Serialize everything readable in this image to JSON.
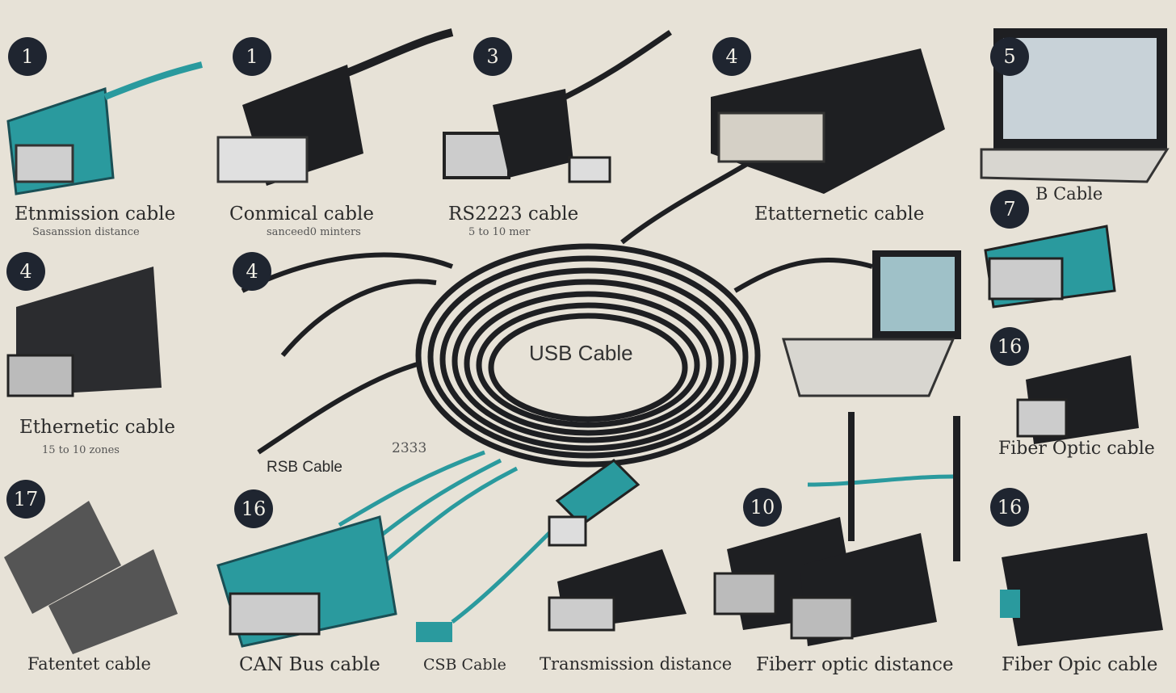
{
  "title": "USB Cable",
  "colors": {
    "background": "#e7e2d7",
    "badge": "#1f2530",
    "teal": "#2a9a9e",
    "cable": "#1e1f22"
  },
  "badges": [
    "1",
    "1",
    "3",
    "4",
    "5",
    "7",
    "4",
    "4",
    "16",
    "17",
    "16",
    "10",
    "16"
  ],
  "labels": {
    "a": "Etnmission cable",
    "a_sub": "Sasanssion distance",
    "b": "Conmical cable",
    "b_sub": "sanceed0 minters",
    "c": "RS2223 cable",
    "c_sub": "5 to 10 mer",
    "d": "Etatternetic cable",
    "e": "B  Cable",
    "f": "Ethernetic cable",
    "f_sub": "15 to 10 zones",
    "g": "RSB Cable",
    "h": "2333",
    "i": "Fiber Optic cable",
    "j": "Fatentet cable",
    "k": "CAN Bus cable",
    "l": "CSB Cable",
    "m": "Transmission distance",
    "n": "Fiberr optic distance",
    "o": "Fiber Opic cable"
  }
}
